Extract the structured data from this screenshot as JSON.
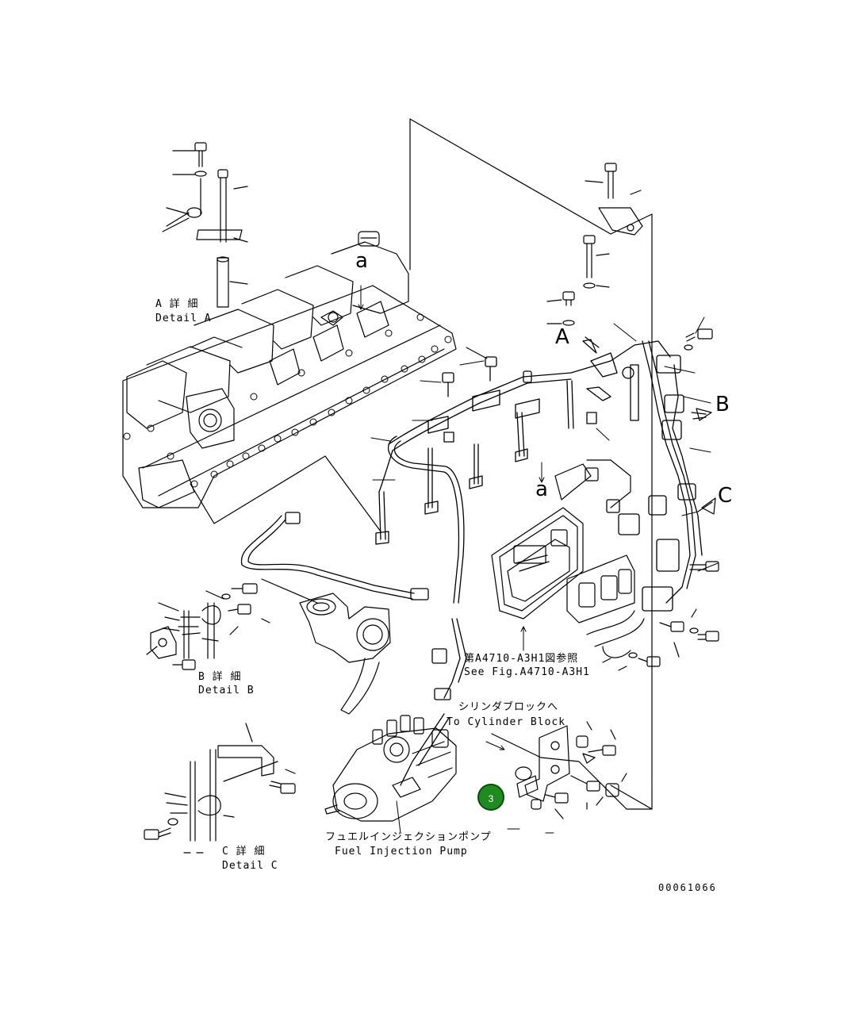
{
  "details": {
    "a_jp": "A 詳 細",
    "a_en": "Detail A",
    "b_jp": "B 詳 細",
    "b_en": "Detail B",
    "c_jp": "C 詳 細",
    "c_en": "Detail C"
  },
  "refs": {
    "fig_jp": "第A4710-A3H1図参照",
    "fig_en": "See Fig.A4710-A3H1",
    "cyl_jp": "シリンダブロックへ",
    "cyl_en": "To Cylinder Block",
    "pump_jp": "フュエルインジェクションポンプ",
    "pump_en": "Fuel Injection Pump"
  },
  "letters": {
    "a_top": "a",
    "a_mid": "a",
    "A": "A",
    "B": "B",
    "C": "C"
  },
  "callout": {
    "label": "3",
    "color": "#1f8a1f"
  },
  "drawing_number": "00061066"
}
